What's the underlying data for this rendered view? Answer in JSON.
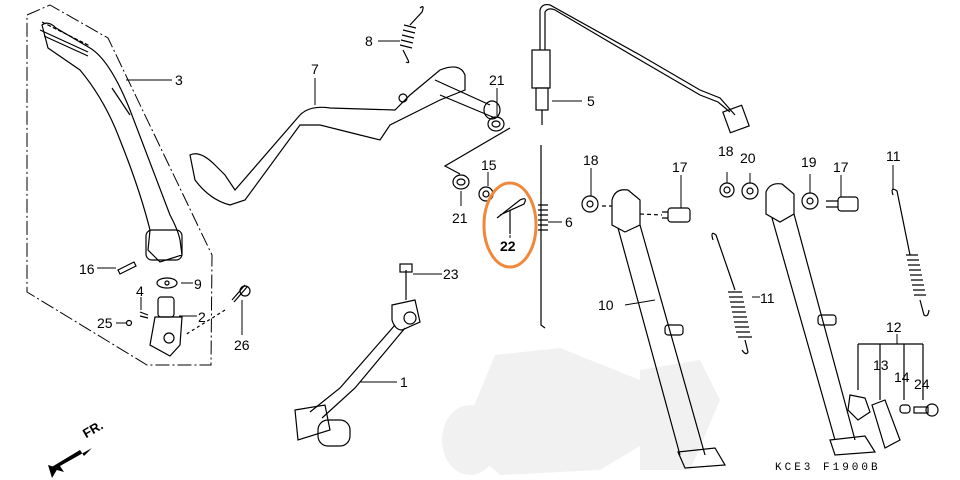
{
  "diagram": {
    "type": "exploded-parts-diagram",
    "drawing_code": "KCE3 F1900B",
    "direction_marker": "FR.",
    "highlight_color": "#f0883a",
    "highlighted_callout": "22",
    "callouts": {
      "c1": "1",
      "c2": "2",
      "c3": "3",
      "c4": "4",
      "c5": "5",
      "c6": "6",
      "c7": "7",
      "c8": "8",
      "c9": "9",
      "c10": "10",
      "c11a": "11",
      "c11b": "11",
      "c12": "12",
      "c13": "13",
      "c14": "14",
      "c15": "15",
      "c16": "16",
      "c17a": "17",
      "c17b": "17",
      "c18a": "18",
      "c18b": "18",
      "c19": "19",
      "c20": "20",
      "c21a": "21",
      "c21b": "21",
      "c22": "22",
      "c23": "23",
      "c24": "24",
      "c25": "25",
      "c26": "26"
    }
  }
}
